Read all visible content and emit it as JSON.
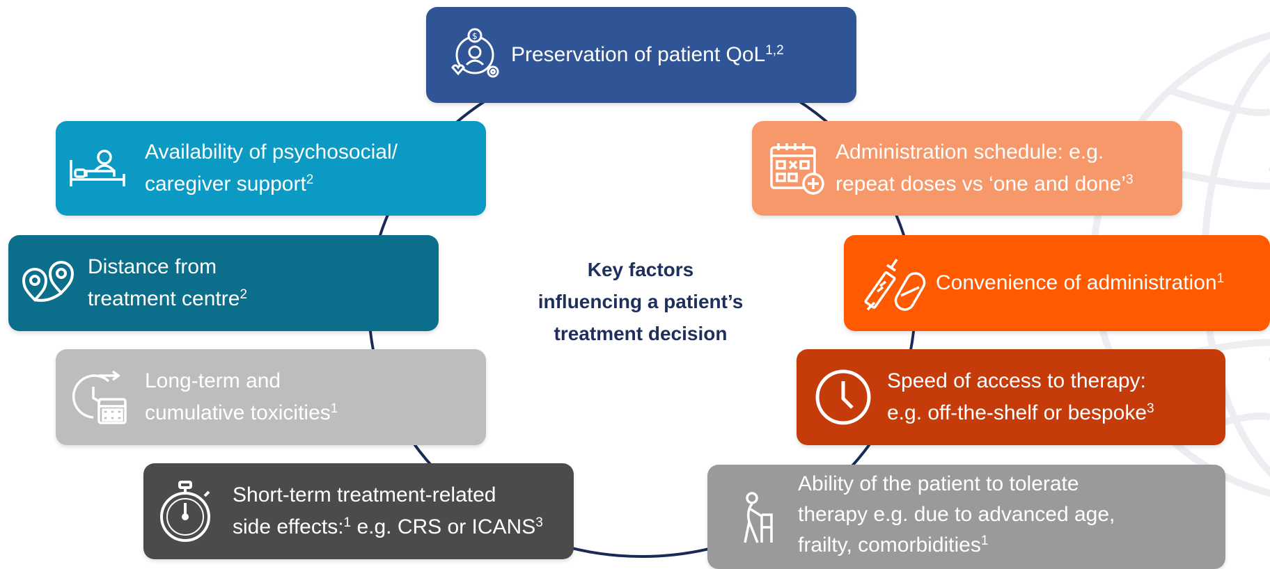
{
  "center": {
    "title_lines": [
      "Key factors",
      "influencing a patient’s",
      "treatment decision"
    ]
  },
  "colors": {
    "ring": "#1a2a57",
    "qol": "#2f5597",
    "psychosocial": "#0b9ac4",
    "distance": "#0b6e8a",
    "toxicities": "#bdbdbd",
    "short_term": "#4b4b4b",
    "schedule": "#f7986b",
    "convenience": "#ff5a00",
    "speed": "#c53b0a",
    "tolerate": "#9a9a9a"
  },
  "factors": {
    "qol": {
      "icon": "patient-wellbeing-icon",
      "line1": "Preservation of patient QoL",
      "sup1": "1,2"
    },
    "psychosocial": {
      "icon": "bedside-caregiver-icon",
      "line1": "Availability of psychosocial/",
      "line2": "caregiver support",
      "sup2": "2"
    },
    "distance": {
      "icon": "location-pins-icon",
      "line1": "Distance from",
      "line2": "treatment centre",
      "sup2": "2"
    },
    "toxicities": {
      "icon": "clock-calendar-icon",
      "line1": "Long-term and",
      "line2": "cumulative toxicities",
      "sup2": "1"
    },
    "short_term": {
      "icon": "stopwatch-icon",
      "line1": "Short-term treatment-related",
      "line2a": "side effects:",
      "sup2a": "1",
      "line2b": " e.g. CRS or ICANS",
      "sup2b": "3"
    },
    "schedule": {
      "icon": "calendar-plus-icon",
      "line1": "Administration schedule: e.g.",
      "line2": "repeat doses vs ‘one and done’",
      "sup2": "3"
    },
    "convenience": {
      "icon": "syringe-pill-icon",
      "line1": "Convenience of administration",
      "sup1": "1"
    },
    "speed": {
      "icon": "clock-icon",
      "line1": "Speed of access to therapy:",
      "line2": "e.g. off-the-shelf or bespoke",
      "sup2": "3"
    },
    "tolerate": {
      "icon": "elderly-walker-icon",
      "line1": "Ability of the patient to tolerate",
      "line2": "therapy e.g. due to advanced age,",
      "line3": "frailty, comorbidities",
      "sup3": "1"
    }
  }
}
